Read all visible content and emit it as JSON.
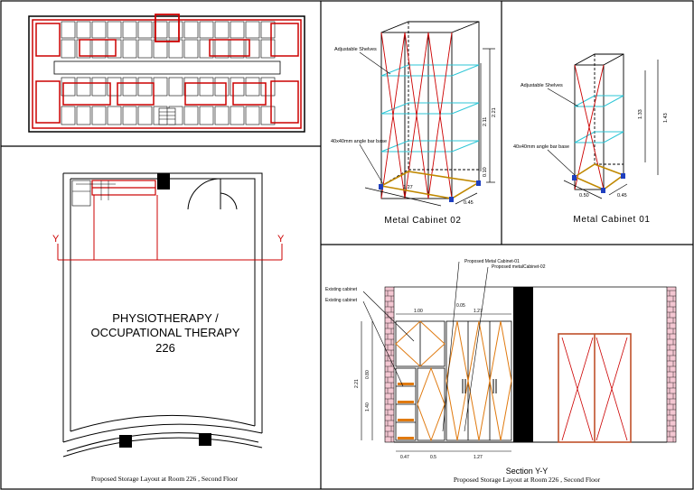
{
  "room": {
    "title_line1": "PHYSIOTHERAPY /",
    "title_line2": "OCCUPATIONAL THERAPY",
    "number": "226",
    "section_marker": "Y",
    "caption": "Proposed Storage Layout at Room 226 , Second Floor"
  },
  "cabinet02": {
    "title": "Metal Cabinet 02",
    "label_shelves": "Adjustable Shelves",
    "label_base": "40x40mm angle bar base",
    "dims": {
      "height_total": "2.21",
      "height_inner": "2.11",
      "base": "0.10",
      "width": "1.27",
      "depth": "0.45"
    }
  },
  "cabinet01": {
    "title": "Metal Cabinet 01",
    "label_shelves": "Adjustable Shelves",
    "label_base": "40x40mm angle bar base",
    "dims": {
      "height_inner": "1.33",
      "height_total": "1.43",
      "width": "0.50",
      "depth": "0.45"
    }
  },
  "section": {
    "title": "Section Y-Y",
    "caption": "Proposed Storage Layout at Room 226 , Second Floor",
    "label_existing1": "Existing cabinet",
    "label_existing2": "Existing cabinet",
    "label_proposed1": "Proposed Metal Cabinet-01",
    "label_proposed2": "Proposed metalCabinet-02",
    "dims": {
      "top1": "1.00",
      "top2": "0.05",
      "top3": "1.27",
      "h_total": "2.21",
      "h_upper": "0.80",
      "h_lower": "1.40",
      "bottom1": "0.47",
      "bottom2": "0.5",
      "bottom3": "1.27"
    }
  }
}
